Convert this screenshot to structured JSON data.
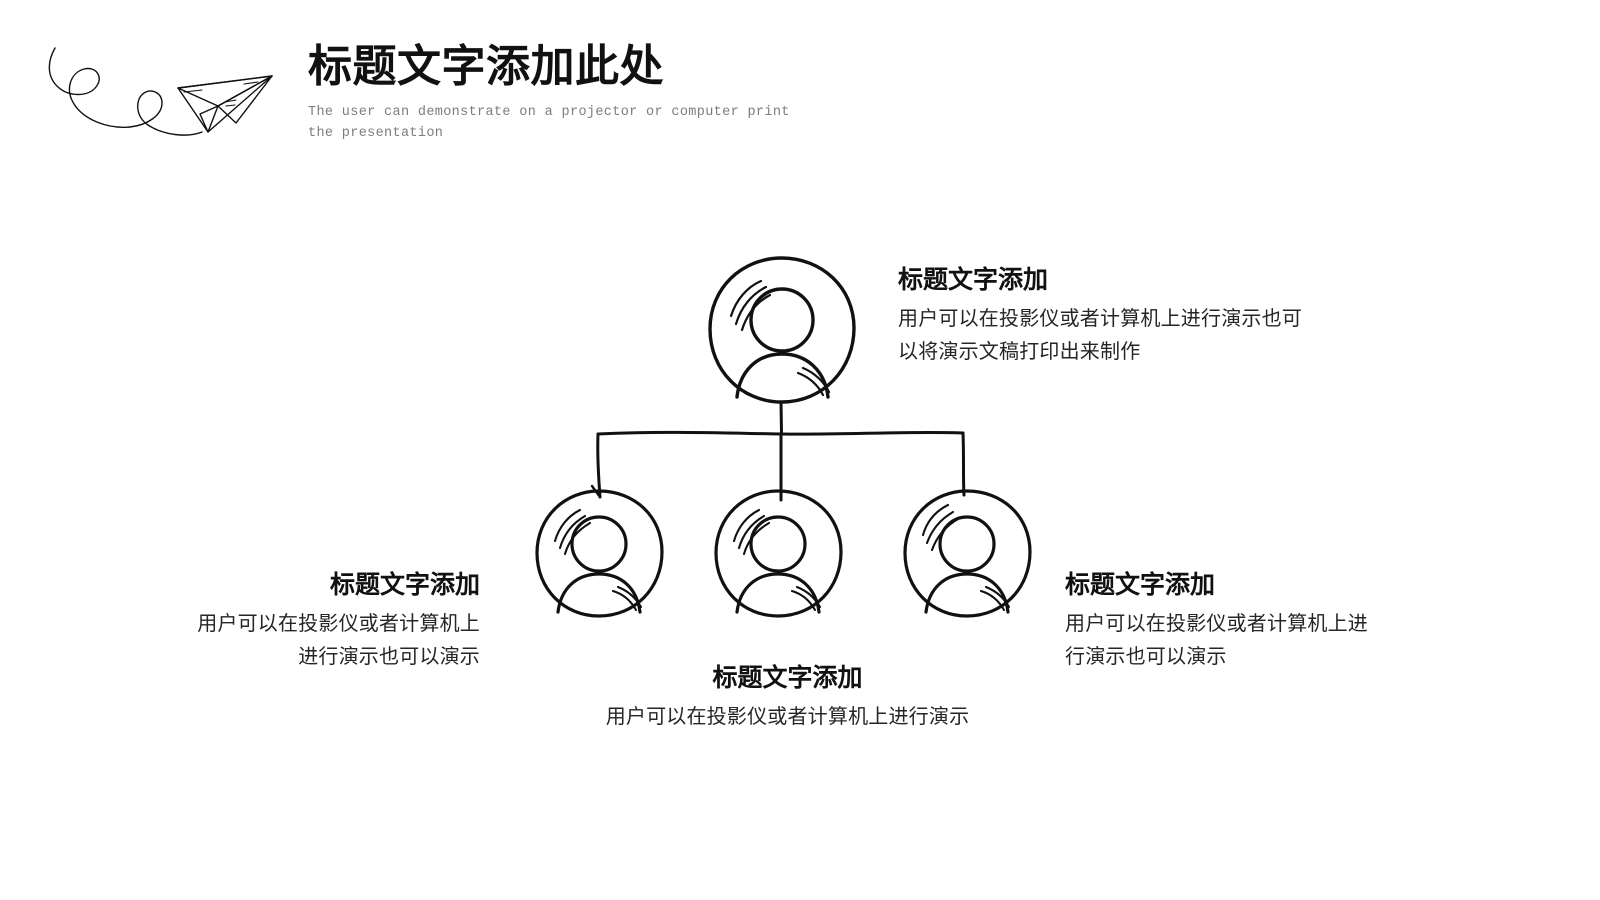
{
  "slide": {
    "title": "标题文字添加此处",
    "subtitle": "The user can demonstrate on a projector or computer print the presentation",
    "decoration_icon": "paper-airplane-with-swirl-trail-icon",
    "background_color": "#ffffff",
    "ink_color": "#111111",
    "subtitle_color": "#7d7d7d"
  },
  "diagram": {
    "type": "organization-tree",
    "node_icon": "person-avatar-icon",
    "nodes": [
      {
        "id": "root",
        "level": 1,
        "icon": "person-avatar-icon",
        "heading": "标题文字添加",
        "body": "用户可以在投影仪或者计算机上进行演示也可以将演示文稿打印出来制作",
        "text_position": "right"
      },
      {
        "id": "child-1",
        "level": 2,
        "icon": "person-avatar-icon",
        "heading": "标题文字添加",
        "body": "用户可以在投影仪或者计算机上进行演示也可以演示",
        "text_position": "left"
      },
      {
        "id": "child-2",
        "level": 2,
        "icon": "person-avatar-icon",
        "heading": "标题文字添加",
        "body": "用户可以在投影仪或者计算机上进行演示",
        "text_position": "bottom"
      },
      {
        "id": "child-3",
        "level": 2,
        "icon": "person-avatar-icon",
        "heading": "标题文字添加",
        "body": "用户可以在投影仪或者计算机上进行演示也可以演示",
        "text_position": "right"
      }
    ]
  }
}
